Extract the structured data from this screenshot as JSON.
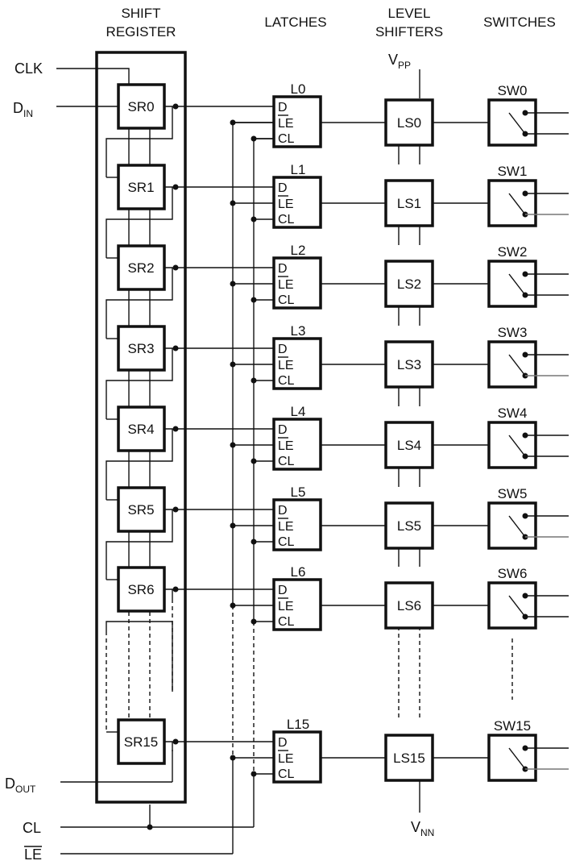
{
  "headers": {
    "shift_register_line1": "SHIFT",
    "shift_register_line2": "REGISTER",
    "latches": "LATCHES",
    "level_shifters_line1": "LEVEL",
    "level_shifters_line2": "SHIFTERS",
    "switches": "SWITCHES"
  },
  "signals": {
    "clk": "CLK",
    "din_main": "D",
    "din_sub": "IN",
    "dout_main": "D",
    "dout_sub": "OUT",
    "cl": "CL",
    "le": "LE",
    "vpp_main": "V",
    "vpp_sub": "PP",
    "vnn_main": "V",
    "vnn_sub": "NN"
  },
  "latch_pins": {
    "d": "D",
    "le": "LE",
    "cl": "CL"
  },
  "stages": [
    {
      "sr": "SR0",
      "latch": "L0",
      "ls": "LS0",
      "sw": "SW0"
    },
    {
      "sr": "SR1",
      "latch": "L1",
      "ls": "LS1",
      "sw": "SW1"
    },
    {
      "sr": "SR2",
      "latch": "L2",
      "ls": "LS2",
      "sw": "SW2"
    },
    {
      "sr": "SR3",
      "latch": "L3",
      "ls": "LS3",
      "sw": "SW3"
    },
    {
      "sr": "SR4",
      "latch": "L4",
      "ls": "LS4",
      "sw": "SW4"
    },
    {
      "sr": "SR5",
      "latch": "L5",
      "ls": "LS5",
      "sw": "SW5"
    },
    {
      "sr": "SR6",
      "latch": "L6",
      "ls": "LS6",
      "sw": "SW6"
    },
    {
      "sr": "SR15",
      "latch": "L15",
      "ls": "LS15",
      "sw": "SW15"
    }
  ]
}
